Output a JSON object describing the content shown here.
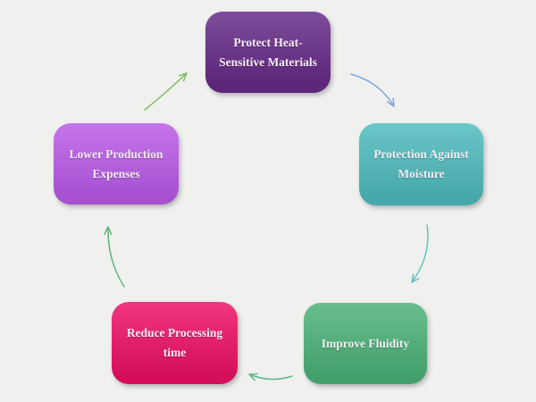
{
  "diagram": {
    "type": "cycle",
    "background_color": "#f0f0ef",
    "label_text_color": "#f2edf3",
    "nodes": [
      {
        "id": "protect-heat-sensitive-materials",
        "label": "Protect Heat-Sensitive Materials",
        "color": "#662a87"
      },
      {
        "id": "protection-against-moisture",
        "label": "Protection Against Moisture",
        "color": "#4ebbbd"
      },
      {
        "id": "improve-fluidity",
        "label": "Improve Fluidity",
        "color": "#4bb277"
      },
      {
        "id": "reduce-processing-time",
        "label": "Reduce Processing time",
        "color": "#ed1064"
      },
      {
        "id": "lower-production-expenses",
        "label": "Lower Production Expenses",
        "color": "#ba5ae8"
      }
    ],
    "arrows": [
      {
        "from": "protect-heat-sensitive-materials",
        "to": "protection-against-moisture",
        "color": "#7ba8da"
      },
      {
        "from": "protection-against-moisture",
        "to": "improve-fluidity",
        "color": "#63c2c3"
      },
      {
        "from": "improve-fluidity",
        "to": "reduce-processing-time",
        "color": "#5dbb87"
      },
      {
        "from": "reduce-processing-time",
        "to": "lower-production-expenses",
        "color": "#5eb877"
      },
      {
        "from": "lower-production-expenses",
        "to": "protect-heat-sensitive-materials",
        "color": "#7cba62"
      }
    ]
  }
}
